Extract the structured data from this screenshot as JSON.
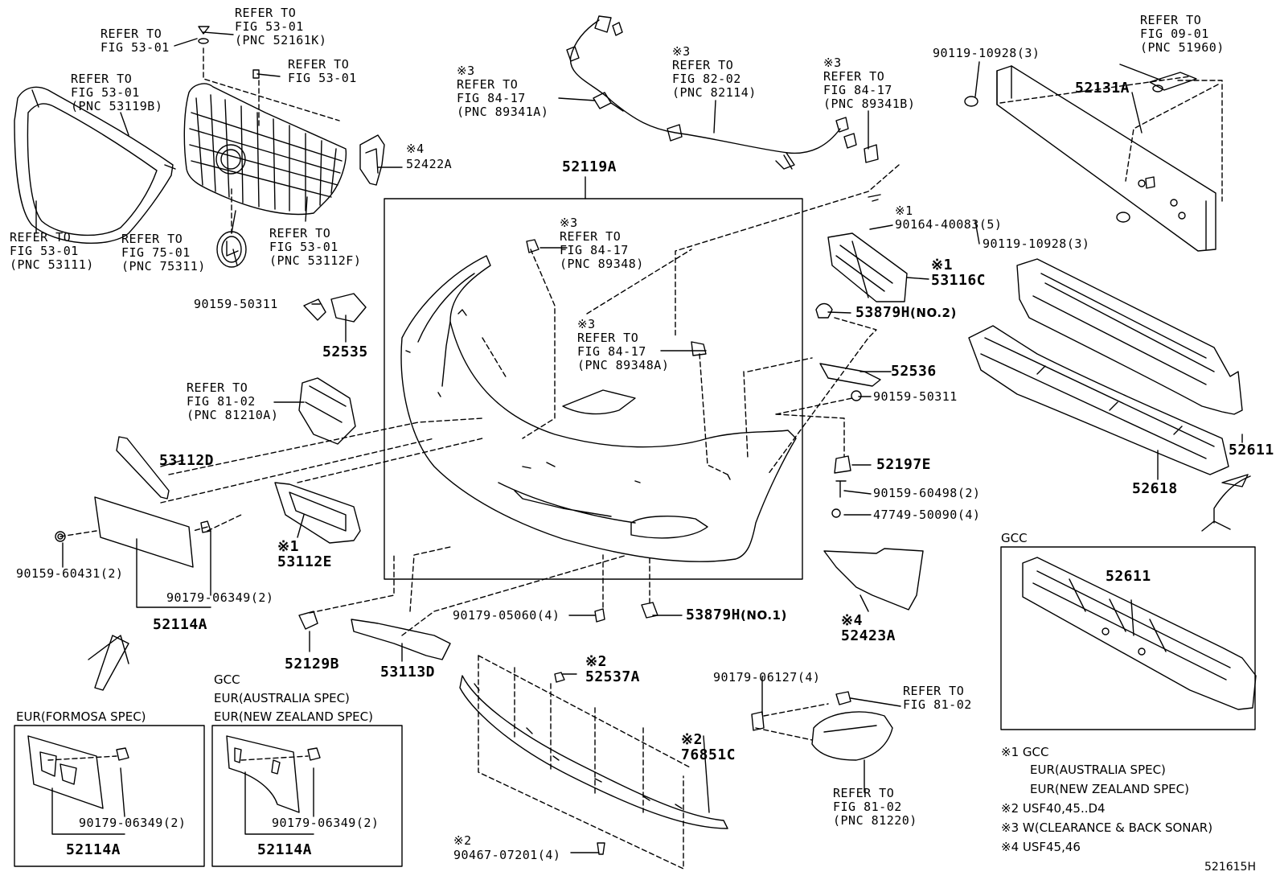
{
  "refs": {
    "ref1": "REFER TO\nFIG 53-01",
    "ref2": "REFER TO\nFIG 53-01\n(PNC 52161K)",
    "ref3": "REFER TO\nFIG 53-01",
    "ref4": "REFER TO\nFIG 53-01\n(PNC 53119B)",
    "ref5": "REFER TO\nFIG 53-01\n(PNC 53111)",
    "ref6": "REFER TO\nFIG 75-01\n(PNC 75311)",
    "ref7": "REFER TO\nFIG 53-01\n(PNC 53112F)",
    "ref8": "※3\nREFER TO\nFIG 84-17\n(PNC 89341A)",
    "ref9": "※3\nREFER TO\nFIG 82-02\n(PNC 82114)",
    "ref10": "※3\nREFER TO\nFIG 84-17\n(PNC 89341B)",
    "ref11": "REFER TO\nFIG 09-01\n(PNC 51960)",
    "ref12": "※3\nREFER TO\nFIG 84-17\n(PNC 89348)",
    "ref13": "※3\nREFER TO\nFIG 84-17\n(PNC 89348A)",
    "ref14": "REFER TO\nFIG 81-02\n(PNC 81210A)",
    "ref15": "REFER TO\nFIG 81-02",
    "ref16": "REFER TO\nFIG 81-02\n(PNC 81220)"
  },
  "parts": {
    "p52422A": "※4\n52422A",
    "p52119A": "52119A",
    "p52131A": "52131A",
    "p90119a": "90119-10928(3)",
    "p90119b": "90119-10928(3)",
    "p90164": "※1\n90164-40083(5)",
    "p53116C": "※1\n53116C",
    "p53879H2": "53879H",
    "p53879H2s": "(NO.2)",
    "p52536": "52536",
    "p90159_50311b": "90159-50311",
    "p52197E": "52197E",
    "p90159_60498": "90159-60498(2)",
    "p47749": "47749-50090(4)",
    "p90159_50311a": "90159-50311",
    "p52535": "52535",
    "p53112D": "53112D",
    "p53112E": "※1\n53112E",
    "p90159_60431": "90159-60431(2)",
    "p90179_06349a": "90179-06349(2)",
    "p52114Aa": "52114A",
    "p90179_05060": "90179-05060(4)",
    "p53879H1": "53879H",
    "p53879H1s": "(NO.1)",
    "p52423A": "※4\n52423A",
    "p52129B": "52129B",
    "p53113D": "53113D",
    "p52537A": "※2\n52537A",
    "p90179_06127": "90179-06127(4)",
    "p76851C": "※2\n76851C",
    "p90467": "※2\n90467-07201(4)",
    "p52611a": "52611",
    "p52618": "52618",
    "p52611b": "52611",
    "p90179_06349b": "90179-06349(2)",
    "p52114Ab": "52114A",
    "p90179_06349c": "90179-06349(2)",
    "p52114Ac": "52114A"
  },
  "regions": {
    "gcc_right": "GCC",
    "gcc_mid": "GCC\nEUR(AUSTRALIA SPEC)\nEUR(NEW ZEALAND SPEC)",
    "eur_formosa": "EUR(FORMOSA SPEC)"
  },
  "notes": {
    "n1": "※1 GCC",
    "n1a": "EUR(AUSTRALIA SPEC)",
    "n1b": "EUR(NEW ZEALAND SPEC)",
    "n2": "※2 USF40,45..D4",
    "n3": "※3 W(CLEARANCE & BACK SONAR)",
    "n4": "※4 USF45,46"
  },
  "figure_id": "521615H"
}
